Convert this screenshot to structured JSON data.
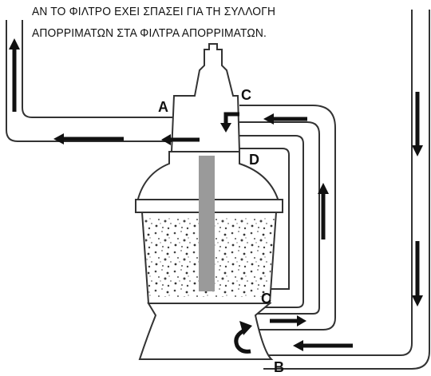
{
  "caption": {
    "line1": "ΑΝ ΤΟ ΦΙΛΤΡΟ ΕΧΕΙ ΣΠΑΣΕΙ ΓΙΑ ΤΗ ΣΥΛΛΟΓΗ",
    "line2": "ΑΠΟΡΡΙΜΑΤΩΝ ΣΤΑ ΦΙΛΤΡΑ ΑΠΟΡΡΙΜΑΤΩΝ."
  },
  "labels": {
    "a": "A",
    "c_top": "C",
    "d": "D",
    "c_bottom": "C",
    "b": "B"
  }
}
